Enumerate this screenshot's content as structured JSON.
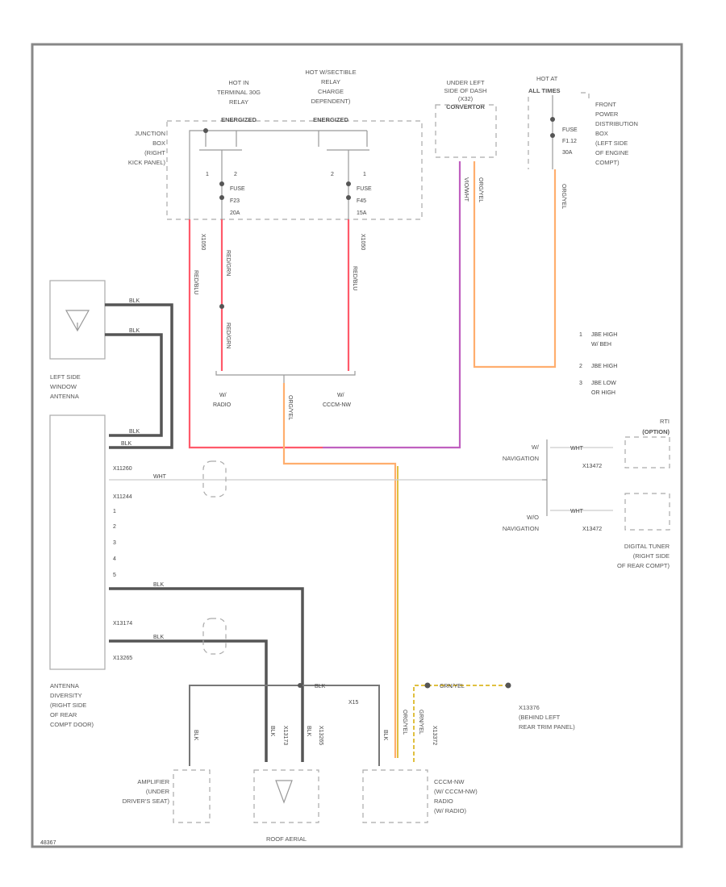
{
  "diagram": {
    "junction_box": [
      "JUNCTION",
      "BOX",
      "(RIGHT",
      "KICK PANEL)"
    ],
    "relay_terminal": [
      "HOT IN",
      "TERMINAL 30G",
      "RELAY",
      "ENERGIZED"
    ],
    "relay_hot_voltage": [
      "HOT W/SECTIBLE",
      "RELAY",
      "CHARGE",
      "DEPENDENT)",
      "ENERGIZED"
    ],
    "fuse_f23": [
      "FUSE",
      "F23",
      "20A"
    ],
    "fuse_f45": [
      "FUSE",
      "F45",
      "15A"
    ],
    "pin_labels": [
      "1",
      "2",
      "2",
      "1"
    ],
    "under_left_dash": [
      "UNDER LEFT",
      "SIDE OF DASH",
      "(X32)",
      "CONVERTOR"
    ],
    "hot_at_battery": [
      "HOT AT",
      "ALL TIMES"
    ],
    "fuse_f12": [
      "FUSE",
      "F1.12",
      "30A"
    ],
    "front_power_dist": [
      "FRONT",
      "POWER",
      "DISTRIBUTION",
      "BOX",
      "(LEFT SIDE",
      "OF ENGINE",
      "COMPT)"
    ],
    "wire_codes": {
      "red_left": "RED/BLU",
      "red_f23": "RED/GRN",
      "red_f45": "RED/BLU",
      "purple": "VIO/WHT",
      "orange": "ORG/YEL",
      "orange_right": "ORG/YEL",
      "x1050_left": "X1050",
      "x1050_right": "X1050",
      "center": "ORG/YEL"
    },
    "splice_w_radio": [
      "W/",
      "RADIO"
    ],
    "splice_w_cccm": [
      "W/",
      "CCCM-NW"
    ],
    "notes": [
      {
        "num": "1",
        "text": [
          "JBE HIGH",
          "W/ BEH"
        ]
      },
      {
        "num": "2",
        "text": [
          "JBE HIGH"
        ]
      },
      {
        "num": "3",
        "text": [
          "JBE LOW",
          "OR HIGH"
        ]
      }
    ],
    "left_window_antenna": [
      "LEFT SIDE",
      "WINDOW",
      "ANTENNA"
    ],
    "antenna_wires": [
      "BLK",
      "BLK",
      "BLK",
      "BLK"
    ],
    "antenna_pins": [
      "X11260",
      "WHT",
      "X11244",
      "1",
      "2",
      "3",
      "4",
      "5",
      "BLK",
      "X13174",
      "BLK",
      "X13265"
    ],
    "antenna_diversity": [
      "ANTENNA",
      "DIVERSITY",
      "(RIGHT SIDE",
      "OF REAR",
      "COMPT DOOR)"
    ],
    "nav_w": [
      "W/",
      "NAVIGATION"
    ],
    "nav_wo": [
      "W/O",
      "NAVIGATION"
    ],
    "rti_option": [
      "RTI",
      "(OPTION)"
    ],
    "wht": "WHT",
    "status1": "X13472",
    "status2": "X13472",
    "digital_tuner": [
      "DIGITAL TUNER",
      "(RIGHT SIDE",
      "OF REAR COMPT)"
    ],
    "blk_bus": "BLK",
    "x15": "X15",
    "ground_wire": "GRN/YEL",
    "ground_label": [
      "X13376",
      "(BEHIND LEFT",
      "REAR TRIM PANEL)"
    ],
    "bottom_wire_codes": [
      "BLK",
      "BLK",
      "X13173",
      "BLK",
      "X13265",
      "BLK",
      "ORG/YEL",
      "GRN/YEL",
      "X13372"
    ],
    "amplifier": [
      "AMPLIFIER",
      "(UNDER",
      "DRIVER'S SEAT)"
    ],
    "roof_aerial": "ROOF AERIAL",
    "radio": [
      "CCCM-NW",
      "(W/ CCCM-NW)",
      "RADIO",
      "(W/ RADIO)"
    ],
    "figure_id": "48367"
  }
}
